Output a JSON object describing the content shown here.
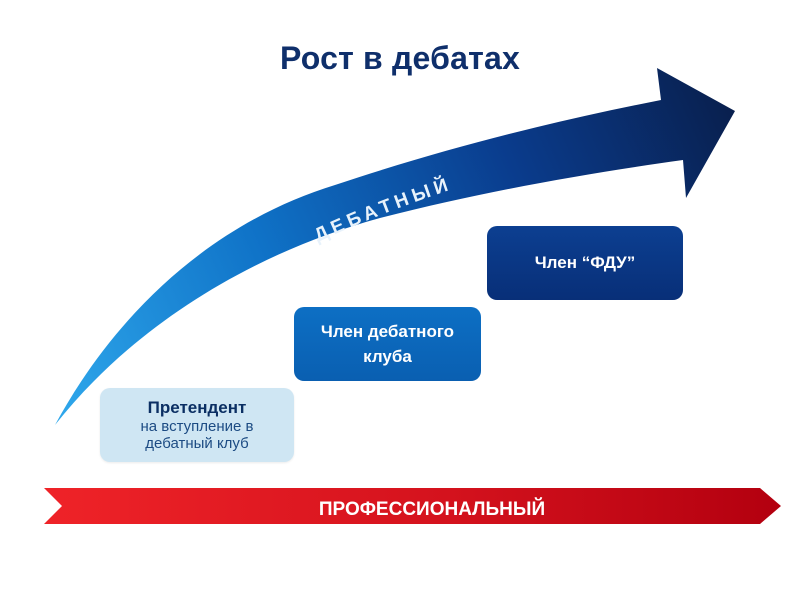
{
  "title": "Рост в дебатах",
  "arrow_label": "ДЕБАТНЫЙ",
  "banner_label": "ПРОФЕССИОНАЛЬНЫЙ",
  "steps": [
    {
      "title": "Претендент",
      "subtitle": "на вступление в дебатный клуб"
    },
    {
      "title": "Член дебатного клуба"
    },
    {
      "title": "Член “ФДУ”"
    }
  ],
  "colors": {
    "title": "#0f2f6b",
    "arrow_light": "#2aa0e6",
    "arrow_dark": "#0a1f4f",
    "banner_light": "#f0272a",
    "banner_dark": "#b00010",
    "step1": "#cfe6f3",
    "step2": "#0a62b5",
    "step3": "#093383"
  }
}
